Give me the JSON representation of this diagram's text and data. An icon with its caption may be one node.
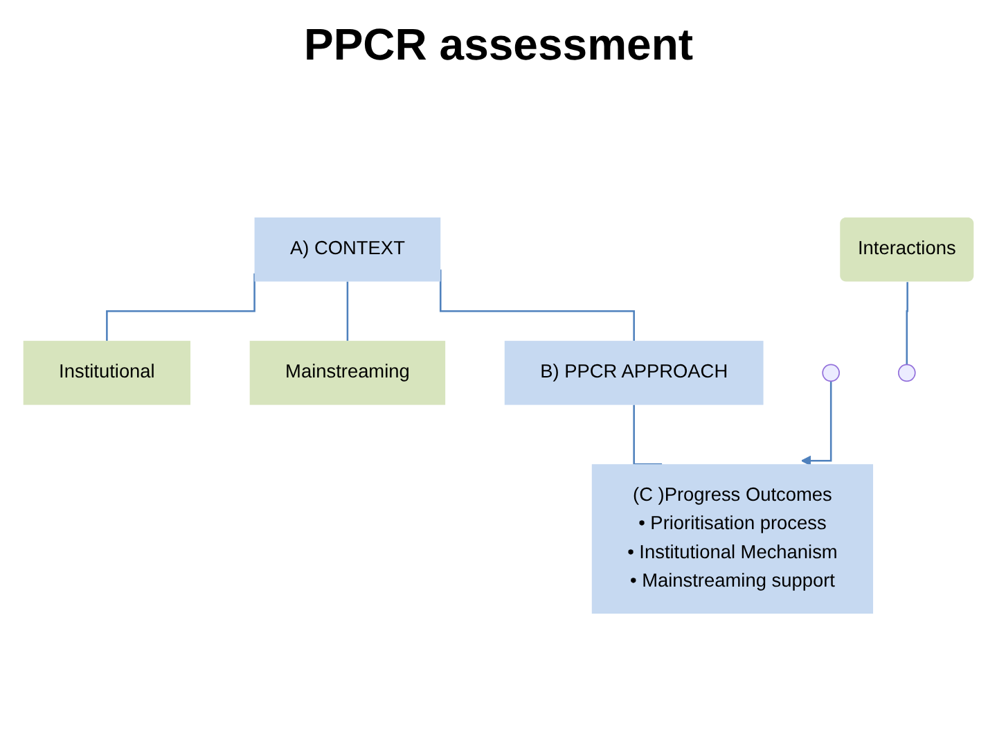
{
  "diagram": {
    "title": "PPCR assessment",
    "nodes": [
      {
        "text": [
          "A) CONTEXT"
        ]
      },
      {
        "text": [
          "Interactions"
        ]
      },
      {
        "text": [
          "Institutional"
        ]
      },
      {
        "text": [
          "Mainstreaming"
        ]
      },
      {
        "text": [
          "B) PPCR APPROACH"
        ]
      },
      {
        "text": [
          "(C )Progress Outcomes",
          "• Prioritisation process",
          "• Institutional Mechanism",
          "• Mainstreaming support"
        ]
      }
    ],
    "edges": [
      {
        "from": 0,
        "to": 2,
        "arrow": "none"
      },
      {
        "from": 0,
        "to": 3,
        "arrow": "none"
      },
      {
        "from": 0,
        "to": 4,
        "arrow": "none"
      },
      {
        "from": 4,
        "to": 5,
        "arrow": "none"
      },
      {
        "from": null,
        "to": 5,
        "arrow": "to"
      },
      {
        "from": 1,
        "to": null,
        "arrow": "none"
      }
    ]
  }
}
